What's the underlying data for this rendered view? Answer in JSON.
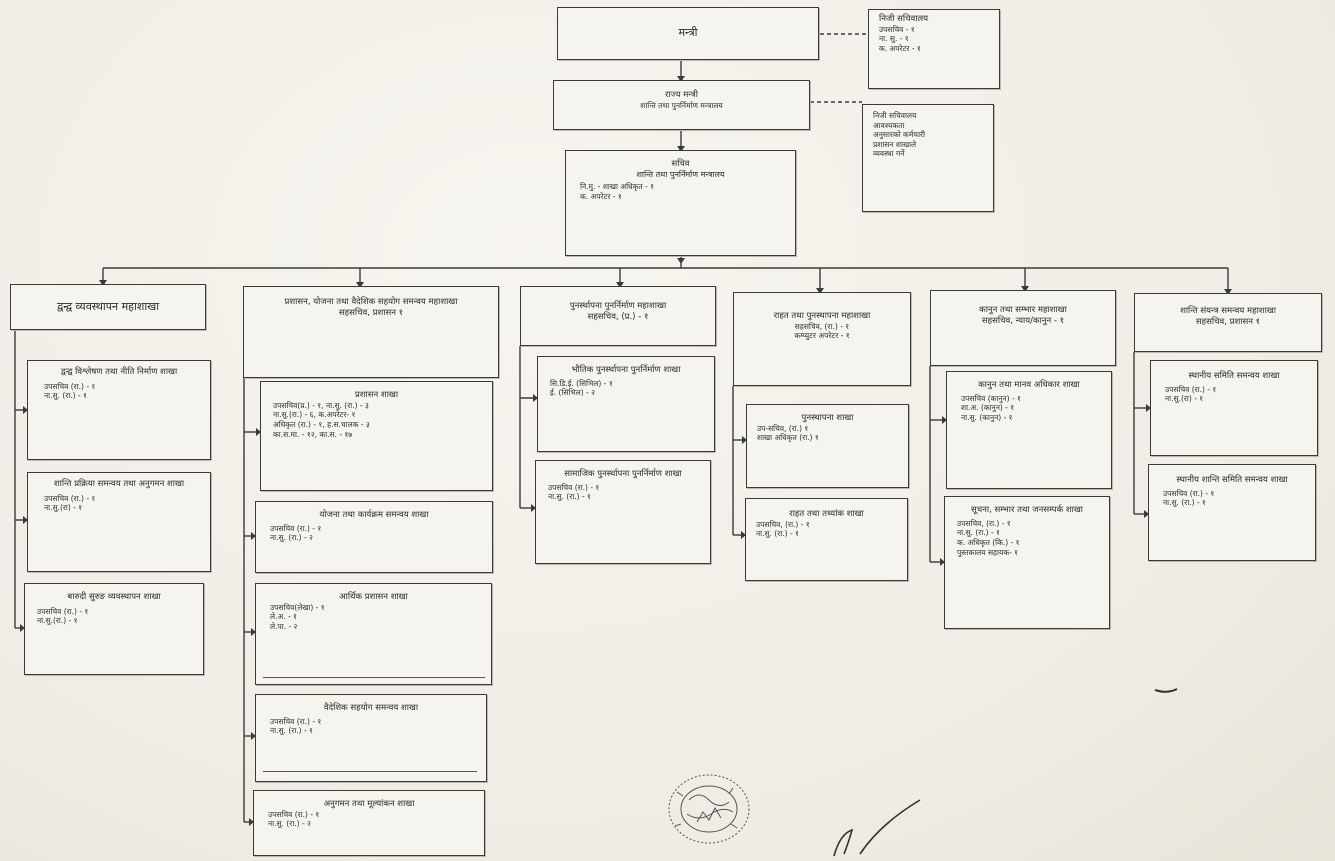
{
  "colors": {
    "line": "#3a3a3a",
    "paper": "#f2f0ea",
    "box": "#f6f4ee"
  },
  "top": {
    "minister": {
      "title": "मन्त्री"
    },
    "minister_secretariat": {
      "lines": [
        "निजी सचिवालय",
        "उपसचिव - १",
        "ना. सु. - १",
        "क. अपरेटर - १"
      ]
    },
    "state_minister": {
      "title": "राज्य मन्त्री",
      "sub": "शान्ति तथा पुनर्निर्माण मन्त्रालय"
    },
    "state_minister_secretariat": {
      "lines": [
        "निजी सचिवालय",
        "आवश्यकता",
        "अनुसारको कर्मचारी",
        "प्रशासन शाखाले",
        "व्यवस्था गर्ने"
      ]
    },
    "secretary": {
      "title": "सचिव",
      "sub": "शान्ति तथा पुनर्निर्माण मन्त्रालय",
      "rows": [
        "नि.मु. - शाखा अधिकृत        - १",
        "क. अपरेटर                  - १"
      ]
    }
  },
  "divisions": [
    {
      "title": "द्वन्द्व व्यवस्थापन महाशाखा",
      "sub": "",
      "sections": [
        {
          "title": "द्वन्द्व विश्लेषण तथा नीति निर्माण शाखा",
          "rows": [
            "उपसचिव (रा.)        - १",
            "ना.सु. (रा.)          - १"
          ]
        },
        {
          "title": "शान्ति प्रक्रिया समन्वय तथा अनुगमन शाखा",
          "rows": [
            "उपसचिव (रा.)        - १",
            "ना.सु.(रा)            - १"
          ]
        },
        {
          "title": "बारुदी सुरुङ व्यवस्थापन शाखा",
          "rows": [
            "उपसचिव (रा.)    - १",
            "ना.सु.(रा.)      - १"
          ]
        }
      ]
    },
    {
      "title": "प्रशासन, योजना तथा वैदेशिक सहयोग समन्वय महाशाखा",
      "sub": "सहसचिव, प्रशासन १",
      "sections": [
        {
          "title": "प्रशासन शाखा",
          "rows": [
            "उपसचिव(प्र.) - १,   ना.सु. (रा.) - ३",
            "ना.सु.(रा.) - ६,     क.अपरेटर- १",
            "अधिकृत (रा.) - १,   ह.स.चालक - ३",
            "का.स.मा. - १२,      का.स. - १७"
          ]
        },
        {
          "title": "योजना तथा कार्यक्रम समन्वय शाखा",
          "rows": [
            "उपसचिव (रा.)      - १",
            "ना.सु. (रा.)        - २"
          ]
        },
        {
          "title": "आर्थिक प्रशासन शाखा",
          "rows": [
            "उपसचिव(लेखा) - १",
            "ले.अ.            - १",
            "ले.पा.           - २"
          ]
        },
        {
          "title": "वैदेशिक सहयोग समन्वय शाखा",
          "rows": [
            "उपसचिव (रा.) - १",
            "ना.सु. (रा.)   - १"
          ]
        },
        {
          "title": "अनुगमन तथा मूल्यांकन शाखा",
          "rows": [
            "उपसचिव (रा.)  - १",
            "ना.सु. (रा.)    - २"
          ]
        }
      ]
    },
    {
      "title": "पुनर्स्थापना पुनर्निर्माण महाशाखा",
      "sub": "सहसचिव, (प्र.) - १",
      "sections": [
        {
          "title": "भौतिक पुनर्स्थापना पुनर्निर्माण शाखा",
          "rows": [
            "सि.डि.ई. (सिभिल)     - १",
            "ई. (सिभिल)            - २"
          ]
        },
        {
          "title": "सामाजिक पुनर्स्थापना पुनर्निर्माण शाखा",
          "rows": [
            "उपसचिव (रा.) - १",
            "ना.सु. (रा.)   - १"
          ]
        }
      ]
    },
    {
      "title": "राहत तथा पुनस्थापना महाशाखा",
      "sub": "सहसचिव, (रा.) - १|कम्प्युटर अपरेटर - १",
      "sections": [
        {
          "title": "पुनस्थापना शाखा",
          "rows": [
            "उप-सचिव, (रा.) १",
            "शाखा अधिकृत (रा.) १"
          ]
        },
        {
          "title": "राहत तथा तथ्यांक शाखा",
          "rows": [
            "उपसचिव, (रा.) - १",
            "ना.सु. (रा.) -  १"
          ]
        }
      ]
    },
    {
      "title": "कानुन तथा सम्भार महाशाखा",
      "sub": "सहसचिव, न्याय/कानुन - १",
      "sections": [
        {
          "title": "कानुन तथा मानव अधिकार शाखा",
          "rows": [
            "उपसचिव (कानुन) - १",
            "शा.अ. (कानुन)   - १",
            "ना.सु. (कानुन)   - १"
          ]
        },
        {
          "title": "सूचना, सम्भार तथा जनसम्पर्क शाखा",
          "rows": [
            "उपसचिव, (रा.) - १",
            "ना.सु. (रा.)       - १",
            "क. अधिकृत (कि.) - १",
            "पुस्तकालय सहायक- १"
          ]
        }
      ]
    },
    {
      "title": "शान्ति संयन्त्र समन्वय महाशाखा",
      "sub": "सहसचिव, प्रशासन १",
      "sections": [
        {
          "title": "स्थानीय समिति समन्वय शाखा",
          "rows": [
            "उपसचिव (रा.) - १",
            "ना.सु.(रा) - १"
          ]
        },
        {
          "title": "स्थानीय शान्ति समिति समन्वय शाखा",
          "rows": [
            "उपसचिव (रा.) - १",
            "ना.सु. (रा.)    - १"
          ]
        }
      ]
    }
  ]
}
